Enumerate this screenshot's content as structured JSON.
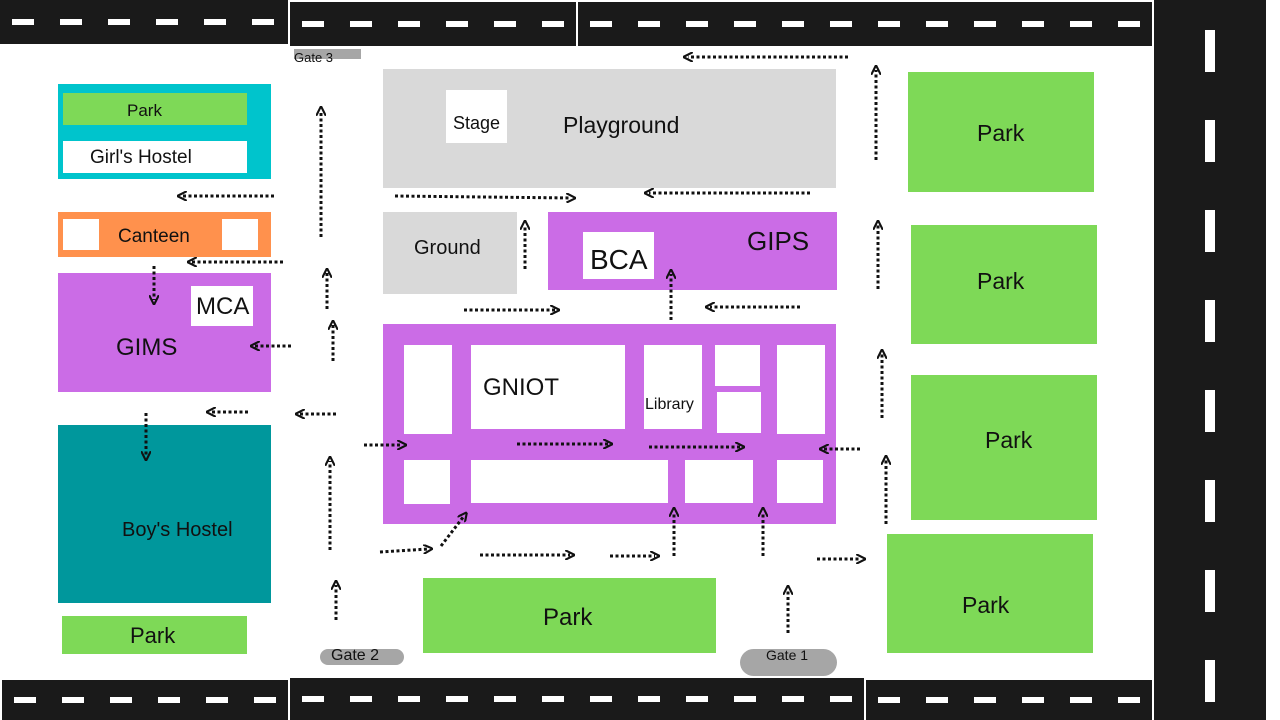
{
  "labels": {
    "gate3": "Gate 3",
    "gate2": "Gate 2",
    "gate1": "Gate 1",
    "park_top_left": "Park",
    "girls_hostel": "Girl's Hostel",
    "canteen": "Canteen",
    "mca": "MCA",
    "gims": "GIMS",
    "boys_hostel": "Boy's Hostel",
    "park_bottom_left": "Park",
    "stage": "Stage",
    "playground": "Playground",
    "ground": "Ground",
    "bca": "BCA",
    "gips": "GIPS",
    "gniot": "GNIOT",
    "library": "Library",
    "park_bottom_center": "Park",
    "park_right_1": "Park",
    "park_right_2": "Park",
    "park_right_3": "Park",
    "park_right_4": "Park"
  },
  "colors": {
    "road": "#1a1a1a",
    "park": "#7ed957",
    "institute": "#cb6ce6",
    "girls_hostel_frame": "#00c4cc",
    "canteen": "#ff914d",
    "boys_hostel": "#00979c",
    "grey_area": "#d9d9d9",
    "gate": "#a6a6a6"
  }
}
